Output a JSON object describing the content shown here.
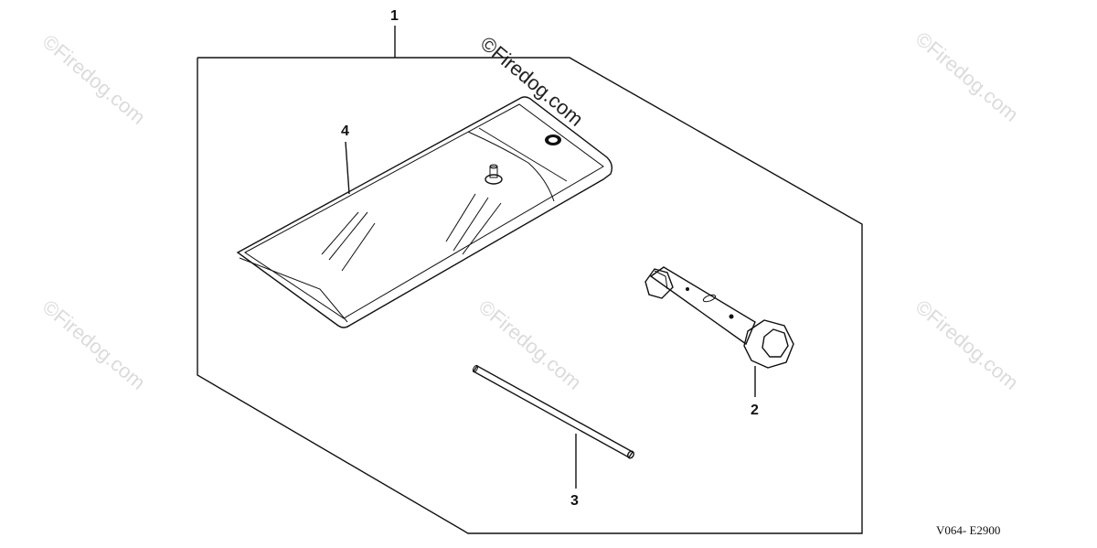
{
  "diagram": {
    "callouts": {
      "c1": "1",
      "c2": "2",
      "c3": "3",
      "c4": "4"
    },
    "drawing_code": "V064- E2900",
    "watermark": "©Firedog.com"
  }
}
